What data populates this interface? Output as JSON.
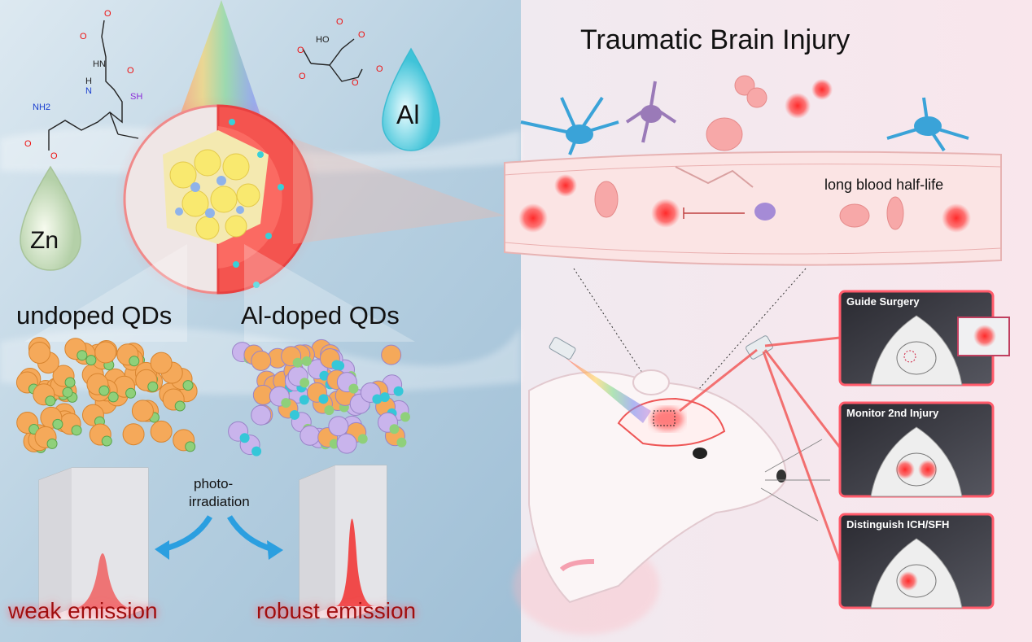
{
  "title": "Traumatic Brain Injury",
  "left": {
    "drop_zn": "Zn",
    "drop_al": "Al",
    "undoped_label": "undoped QDs",
    "doped_label": "Al-doped QDs",
    "process_line1": "photo-",
    "process_line2": "irradiation",
    "weak_label": "weak emission",
    "robust_label": "robust emission",
    "glutathione_atoms": [
      "O",
      "O",
      "HN",
      "O",
      "N",
      "H",
      "SH",
      "NH2",
      "O",
      "O"
    ],
    "citrate_atoms": [
      "HO",
      "O",
      "O",
      "O",
      "O",
      "O",
      "O"
    ]
  },
  "vessel": {
    "label": "long blood half-life"
  },
  "panels": [
    {
      "title": "Guide Surgery"
    },
    {
      "title": "Monitor 2nd Injury"
    },
    {
      "title": "Distinguish ICH/SFH"
    }
  ],
  "colors": {
    "accent_red": "#e8262a",
    "water_blue": "#b9d4e4",
    "pink_bg": "#f7e4ea",
    "cyan_drop": "#5fd0e0"
  }
}
